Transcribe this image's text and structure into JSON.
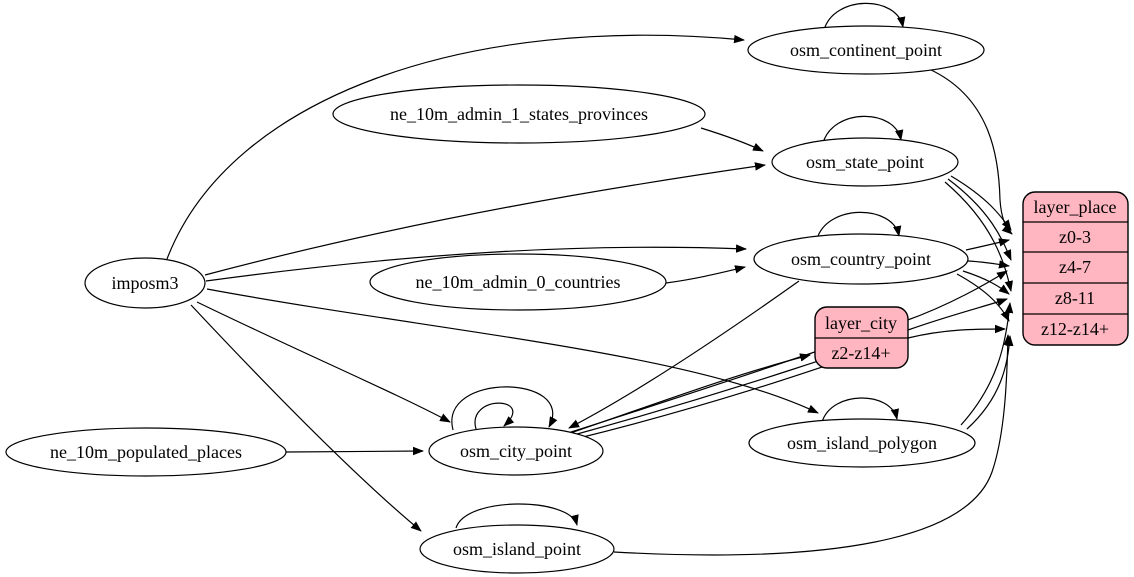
{
  "diagram": {
    "kind": "etl-dependency-graph",
    "colors": {
      "background": "#ffffff",
      "table_node_fill": "#ffffff",
      "layer_record_fill": "#ffb6c1",
      "stroke": "#000000"
    },
    "nodes": {
      "imposm3": {
        "label": "imposm3"
      },
      "ne_10m_admin_1_states_provinces": {
        "label": "ne_10m_admin_1_states_provinces"
      },
      "ne_10m_admin_0_countries": {
        "label": "ne_10m_admin_0_countries"
      },
      "ne_10m_populated_places": {
        "label": "ne_10m_populated_places"
      },
      "osm_continent_point": {
        "label": "osm_continent_point"
      },
      "osm_state_point": {
        "label": "osm_state_point"
      },
      "osm_country_point": {
        "label": "osm_country_point"
      },
      "osm_city_point": {
        "label": "osm_city_point"
      },
      "osm_island_point": {
        "label": "osm_island_point"
      },
      "osm_island_polygon": {
        "label": "osm_island_polygon"
      }
    },
    "records": {
      "layer_city": {
        "title": "layer_city",
        "rows": [
          "z2-z14+"
        ]
      },
      "layer_place": {
        "title": "layer_place",
        "rows": [
          "z0-3",
          "z4-7",
          "z8-11",
          "z12-z14+"
        ]
      }
    },
    "edges": [
      {
        "from": "imposm3",
        "to": "osm_continent_point"
      },
      {
        "from": "imposm3",
        "to": "osm_state_point"
      },
      {
        "from": "imposm3",
        "to": "osm_country_point"
      },
      {
        "from": "imposm3",
        "to": "osm_city_point"
      },
      {
        "from": "imposm3",
        "to": "osm_island_point"
      },
      {
        "from": "imposm3",
        "to": "osm_island_polygon"
      },
      {
        "from": "ne_10m_admin_1_states_provinces",
        "to": "osm_state_point"
      },
      {
        "from": "ne_10m_admin_0_countries",
        "to": "osm_country_point"
      },
      {
        "from": "ne_10m_populated_places",
        "to": "osm_city_point"
      },
      {
        "from": "osm_continent_point",
        "to": "osm_continent_point",
        "self_loop": true
      },
      {
        "from": "osm_state_point",
        "to": "osm_state_point",
        "self_loop": true
      },
      {
        "from": "osm_country_point",
        "to": "osm_country_point",
        "self_loop": true
      },
      {
        "from": "osm_city_point",
        "to": "osm_city_point",
        "self_loop": true
      },
      {
        "from": "osm_city_point",
        "to": "osm_city_point",
        "self_loop": true
      },
      {
        "from": "osm_island_point",
        "to": "osm_island_point",
        "self_loop": true
      },
      {
        "from": "osm_island_polygon",
        "to": "osm_island_polygon",
        "self_loop": true
      },
      {
        "from": "osm_country_point",
        "to": "osm_city_point"
      },
      {
        "from": "osm_continent_point",
        "to": "layer_place:z0-3"
      },
      {
        "from": "osm_state_point",
        "to": "layer_place:z0-3"
      },
      {
        "from": "osm_state_point",
        "to": "layer_place:z4-7"
      },
      {
        "from": "osm_state_point",
        "to": "layer_place:z8-11"
      },
      {
        "from": "osm_country_point",
        "to": "layer_place:z0-3"
      },
      {
        "from": "osm_country_point",
        "to": "layer_place:z4-7"
      },
      {
        "from": "osm_country_point",
        "to": "layer_place:z8-11"
      },
      {
        "from": "osm_country_point",
        "to": "layer_place:z12-z14+"
      },
      {
        "from": "osm_city_point",
        "to": "layer_city:z2-z14+"
      },
      {
        "from": "osm_city_point",
        "to": "layer_place:z4-7"
      },
      {
        "from": "osm_city_point",
        "to": "layer_place:z8-11"
      },
      {
        "from": "osm_city_point",
        "to": "layer_place:z12-z14+"
      },
      {
        "from": "osm_island_polygon",
        "to": "layer_place:z8-11"
      },
      {
        "from": "osm_island_polygon",
        "to": "layer_place:z12-z14+"
      },
      {
        "from": "osm_island_point",
        "to": "layer_place:z12-z14+"
      }
    ]
  }
}
